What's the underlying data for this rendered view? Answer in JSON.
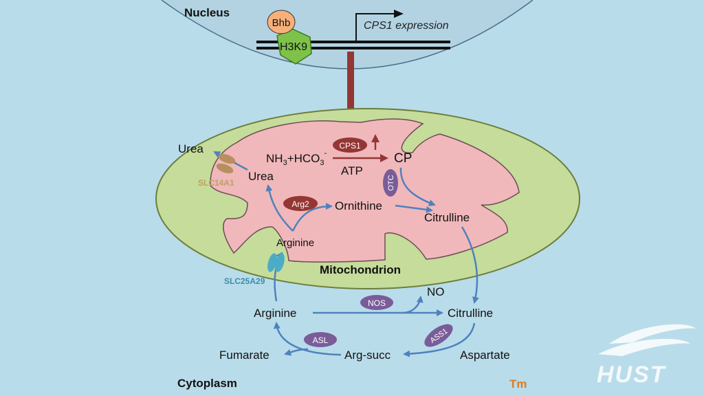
{
  "nucleus": {
    "label": "Nucleus",
    "gene_expression": "CPS1 expression",
    "histone": "H3K9",
    "modification": "Bhb"
  },
  "mitochondrion": {
    "label": "Mitochondrion",
    "substrate_nh3": "NH",
    "substrate_sub3": "3",
    "substrate_hco3": "+HCO",
    "substrate_sub3b": "3",
    "substrate_charge": "-",
    "atp": "ATP",
    "cp": "CP",
    "urea": "Urea",
    "ornithine": "Ornithine",
    "citrulline": "Citrulline",
    "arginine": "Arginine"
  },
  "enzymes": {
    "cps1": "CPS1",
    "otc": "OTC",
    "arg2": "Arg2",
    "nos": "NOS",
    "asl": "ASL",
    "ass1": "ASS1"
  },
  "transporters": {
    "slc14a1": "SLC14A1",
    "slc25a29": "SLC25A29"
  },
  "cytoplasm": {
    "label": "Cytoplasm",
    "urea_out": "Urea",
    "arginine": "Arginine",
    "no": "NO",
    "citrulline": "Citrulline",
    "aspartate": "Aspartate",
    "arg_succ": "Arg-succ",
    "fumarate": "Fumarate"
  },
  "footer": {
    "tm": "Tm",
    "logo": "HUST"
  },
  "colors": {
    "background": "#b9dcea",
    "mito_outer": "#c5dc9a",
    "mito_inner": "#f0b8bb",
    "flow_arrow": "#4f81bd",
    "cps1_arrow": "#943634",
    "enzyme_red": "#943634",
    "enzyme_purple": "#7a5c99",
    "slc14a1": "#c0a060",
    "slc25a29": "#4bacc6",
    "tm": "#e07a1f"
  }
}
